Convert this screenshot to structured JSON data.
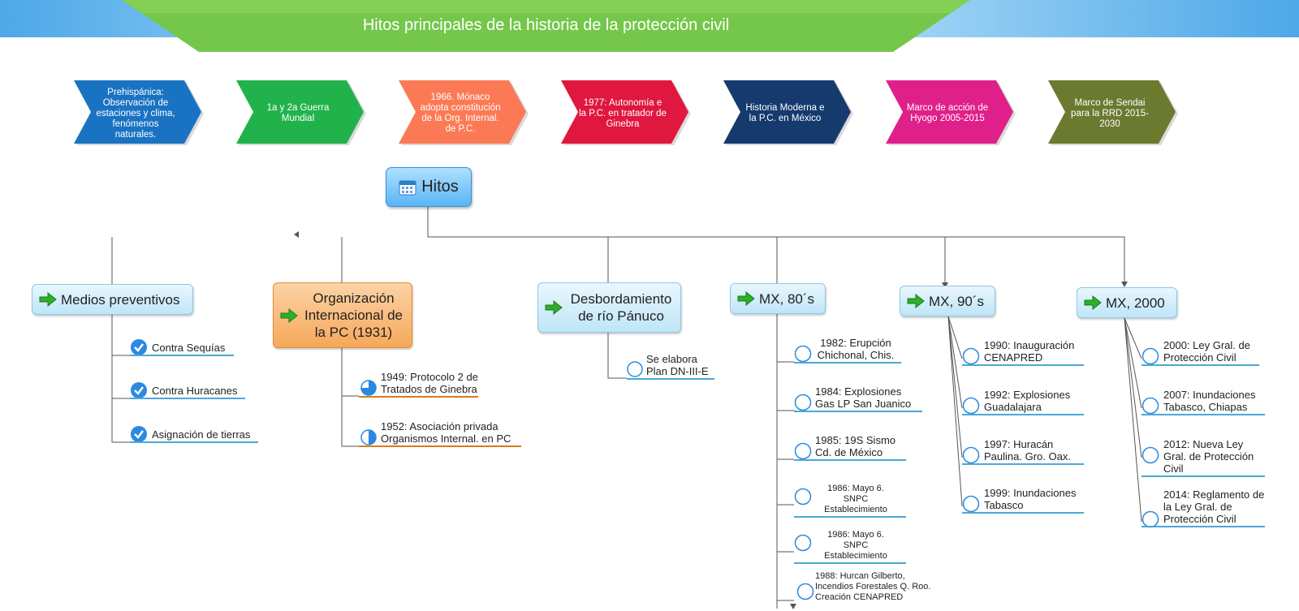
{
  "banner": {
    "title": "Hitos principales de la historia de la protección civil"
  },
  "chevrons": [
    {
      "text": "Prehispánica: Observación de estaciones y clima, fenómenos naturales.",
      "color": "#1a73c2"
    },
    {
      "text": "1a y 2a Guerra Mundial",
      "color": "#22b24c"
    },
    {
      "text": "1966. Mónaco adopta constitución de la Org. Internal. de P.C.",
      "color": "#fb7a55"
    },
    {
      "text": "1977: Autonomía e la P.C. en tratador de Ginebra",
      "color": "#e0173f"
    },
    {
      "text": "Historia Moderna e la P.C. en México",
      "color": "#163a6e"
    },
    {
      "text": "Marco de acción de Hyogo 2005-2015",
      "color": "#e0208a"
    },
    {
      "text": "Marco de Sendai para la RRD 2015-2030",
      "color": "#6b7a2f"
    }
  ],
  "root": {
    "label": "Hitos",
    "icon": "calendar-icon"
  },
  "topics": {
    "medios": {
      "label": "Medios preventivos",
      "items": [
        "Contra Sequías",
        "Contra Huracanes",
        "Asignación de tierras"
      ]
    },
    "org": {
      "label": "Organización Internacional de la PC (1931)",
      "items": [
        "1949: Protocolo 2 de Tratados de Ginebra",
        "1952: Asociación privada Organismos Internal. en PC"
      ]
    },
    "desb": {
      "label": "Desbordamiento de río Pánuco",
      "items": [
        "Se elabora Plan DN-III-E"
      ]
    },
    "mx80": {
      "label": "MX, 80´s",
      "items": [
        "1982: Erupción Chichonal, Chis.",
        "1984: Explosiones Gas LP San Juanico",
        "1985: 19S Sismo Cd. de México",
        "1986: Mayo 6. SNPC Establecimiento",
        "1986: Mayo 6. SNPC Establecimiento",
        "1988: Hurcan Gilberto, Incendios Forestales Q. Roo. Creación CENAPRED"
      ]
    },
    "mx90": {
      "label": "MX, 90´s",
      "items": [
        "1990: Inauguración CENAPRED",
        "1992: Explosiones Guadalajara",
        "1997: Huracán Paulina. Gro. Oax.",
        "1999: Inundaciones Tabasco"
      ]
    },
    "mx2000": {
      "label": "MX, 2000",
      "items": [
        "2000: Ley Gral. de Protección Civil",
        "2007: Inundaciones Tabasco, Chiapas",
        "2012: Nueva Ley Gral. de Protección Civil",
        "2014: Reglamento de la Ley Gral. de Protección Civil"
      ]
    }
  }
}
